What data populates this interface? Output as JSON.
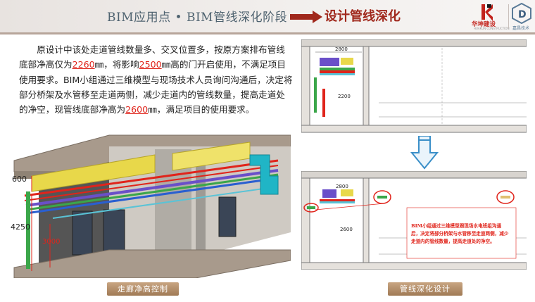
{
  "header": {
    "title_left": "BIM应用点 • BIM管线深化阶段",
    "title_right": "设计管线深化",
    "logo1_name": "华坤建设",
    "logo1_sub": "HUAKUN CONSTRUCTION",
    "logo2_name": "嘉昌技术",
    "colors": {
      "title_left": "#4f6370",
      "title_right": "#a0281c",
      "arrow": "#a0281c"
    }
  },
  "description": {
    "line1_pre": "原设计中该处走道管线数量多、交叉位置多，按原方案排布管线底部净高仅为",
    "h1": "2260",
    "mm1": "㎜，将影响",
    "h2": "2500",
    "mm2": "㎜高的门开启使用，不满足项目使用要求。BIM小组通过三维模型与现场技术人员询问沟通后，决定将部分桥架及水管移至走道两侧，减少走道内的管线数量，提高走道处的净空，现管线底部净高为",
    "h3": "2600",
    "mm3": "㎜，满足项目的使用要求。",
    "highlight_color": "#e0241b"
  },
  "model": {
    "dim_top": "600",
    "dim_total": "4250",
    "dim_clear": "3000"
  },
  "plans": {
    "width_label": "2800",
    "height_label_1": "2200",
    "height_label_2": "2600",
    "note": "BIM小组通过三维模型跟现场水电班组沟通后，决定将部分桥架与水管移至走道两侧，减少走道内的管线数量，提高走道处的净空。"
  },
  "captions": {
    "left": "走廊净高控制",
    "right": "管线深化设计"
  }
}
